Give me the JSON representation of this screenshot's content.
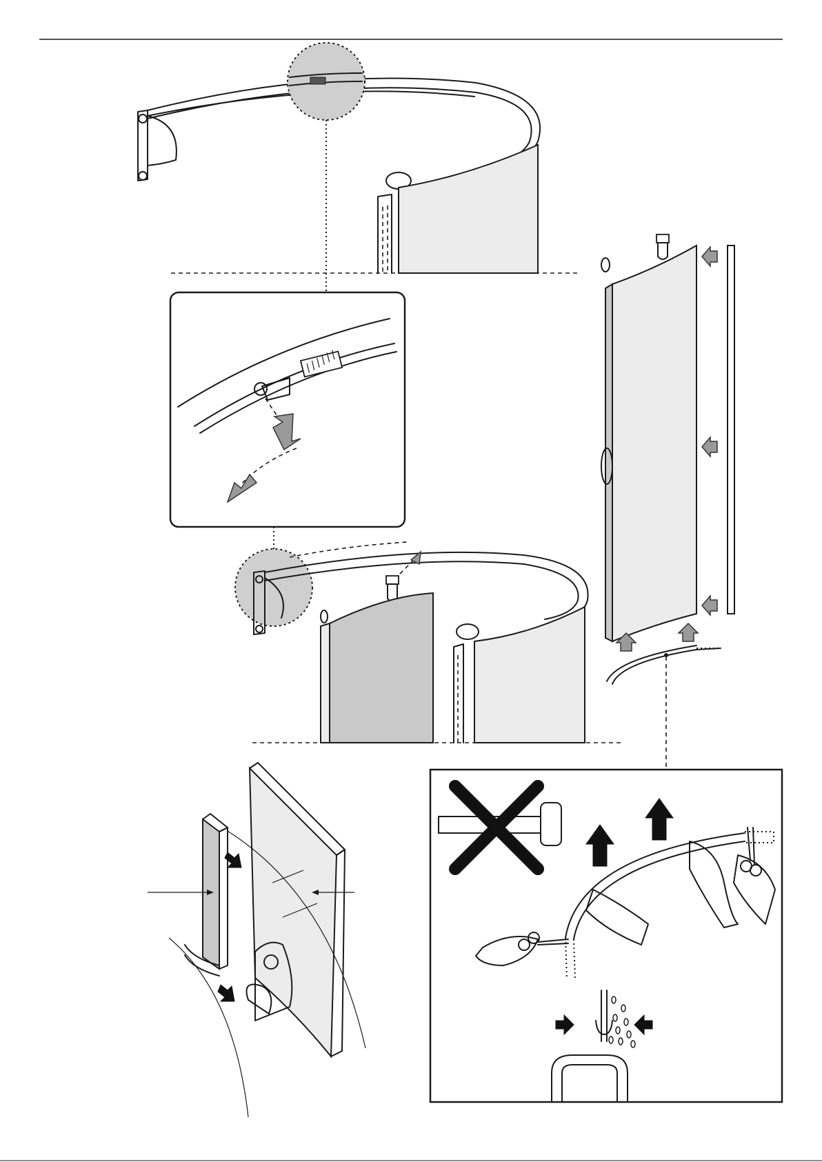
{
  "document": {
    "type": "assembly-instruction-page",
    "colors": {
      "line": "#1a1a1a",
      "panel_light": "#ececec",
      "panel_dark": "#c9c9c9",
      "arrow_grey": "#9a9a9a",
      "arrow_black": "#111111",
      "zoom_fill": "#cfcfcf"
    }
  },
  "illustrations": [
    {
      "name": "curved-rail-overview",
      "icon": "curved-rail-with-curtain"
    },
    {
      "name": "rail-end-detail-inset",
      "icon": "rail-stopper-removal"
    },
    {
      "name": "single-curtain-panel",
      "icon": "curtain-panel-with-bottom-strip"
    },
    {
      "name": "rail-with-curtain-hooks",
      "icon": "curtain-hooks-on-rail"
    },
    {
      "name": "wall-bracket-glass-detail",
      "icon": "bracket-and-glass"
    },
    {
      "name": "strip-trim-inset",
      "icon": "scissors-trim-strip"
    }
  ],
  "icons": [
    "hammer-prohibited-icon",
    "scissors-icon",
    "hand-icon",
    "water-drops-icon",
    "arrow-up-icon",
    "arrow-left-icon"
  ]
}
